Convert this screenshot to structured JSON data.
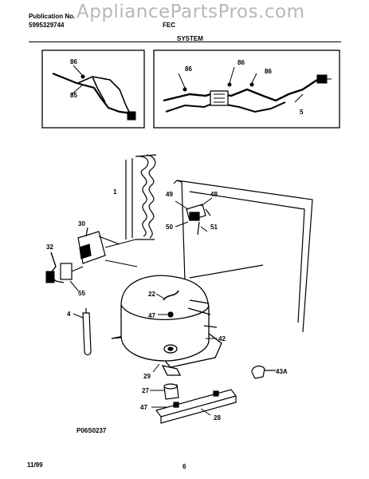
{
  "header": {
    "publication_label": "Publication No.",
    "publication_number": "5995329744",
    "model_fragment": "FEC",
    "watermark": "AppliancePartsPros.com",
    "section_title": "SYSTEM"
  },
  "callouts": {
    "c86a": "86",
    "c85": "85",
    "c86b": "86",
    "c86c": "86",
    "c86d": "86",
    "c5": "5",
    "c1": "1",
    "c49": "49",
    "c48": "48",
    "c50": "50",
    "c51": "51",
    "c30": "30",
    "c32": "32",
    "c55": "55",
    "c4": "4",
    "c22": "22",
    "c47a": "47",
    "c42": "42",
    "c29": "29",
    "c43a": "43A",
    "c27": "27",
    "c47b": "47",
    "c28": "28"
  },
  "diagram_code": "P06S0237",
  "footer": {
    "date": "11/99",
    "page": "6"
  }
}
